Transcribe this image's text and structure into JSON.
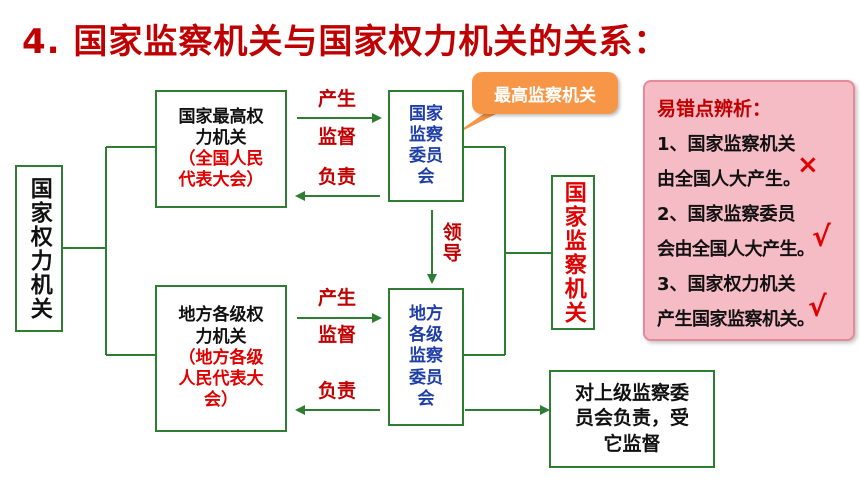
{
  "title": "4. 国家监察机关与国家权力机关的关系：",
  "left_box": "国家权力机关",
  "right_box": "国家监察机关",
  "top_left": {
    "line1": "国家最高权",
    "line2": "力机关",
    "sub1": "（全国人民",
    "sub2": "代表大会）"
  },
  "top_middle": {
    "line1": "国家",
    "line2": "监察",
    "line3": "委员",
    "line4": "会"
  },
  "bottom_left": {
    "line1": "地方各级权",
    "line2": "力机关",
    "sub1": "（地方各级",
    "sub2": "人民代表大",
    "sub3": "会）"
  },
  "bottom_middle": {
    "line1": "地方",
    "line2": "各级",
    "line3": "监察",
    "line4": "委员",
    "line5": "会"
  },
  "bottom_right": {
    "line1": "对上级监察委",
    "line2": "员会负责，受",
    "line3": "它监督"
  },
  "labels": {
    "produce_top": "产生",
    "supervise_top": "监督",
    "responsible_top": "负责",
    "lead": "领导",
    "produce_bottom": "产生",
    "supervise_bottom": "监督",
    "responsible_bottom": "负责"
  },
  "callout": "最高监察机关",
  "panel": {
    "title": "易错点辨析：",
    "items": [
      "1、国家监察机关",
      "由全国人大产生。",
      "2、国家监察委员",
      "会由全国人大产生。",
      "3、国家权力机关",
      "产生国家监察机关。"
    ],
    "marks": [
      "×",
      "√",
      "√"
    ]
  },
  "colors": {
    "title": "#c00000",
    "border": "#2e7d32",
    "label": "#c00000",
    "sub": "#e00000",
    "blue": "#1f3fa6",
    "callout": "#f79646",
    "panel_bg": "#f6bcc5"
  }
}
